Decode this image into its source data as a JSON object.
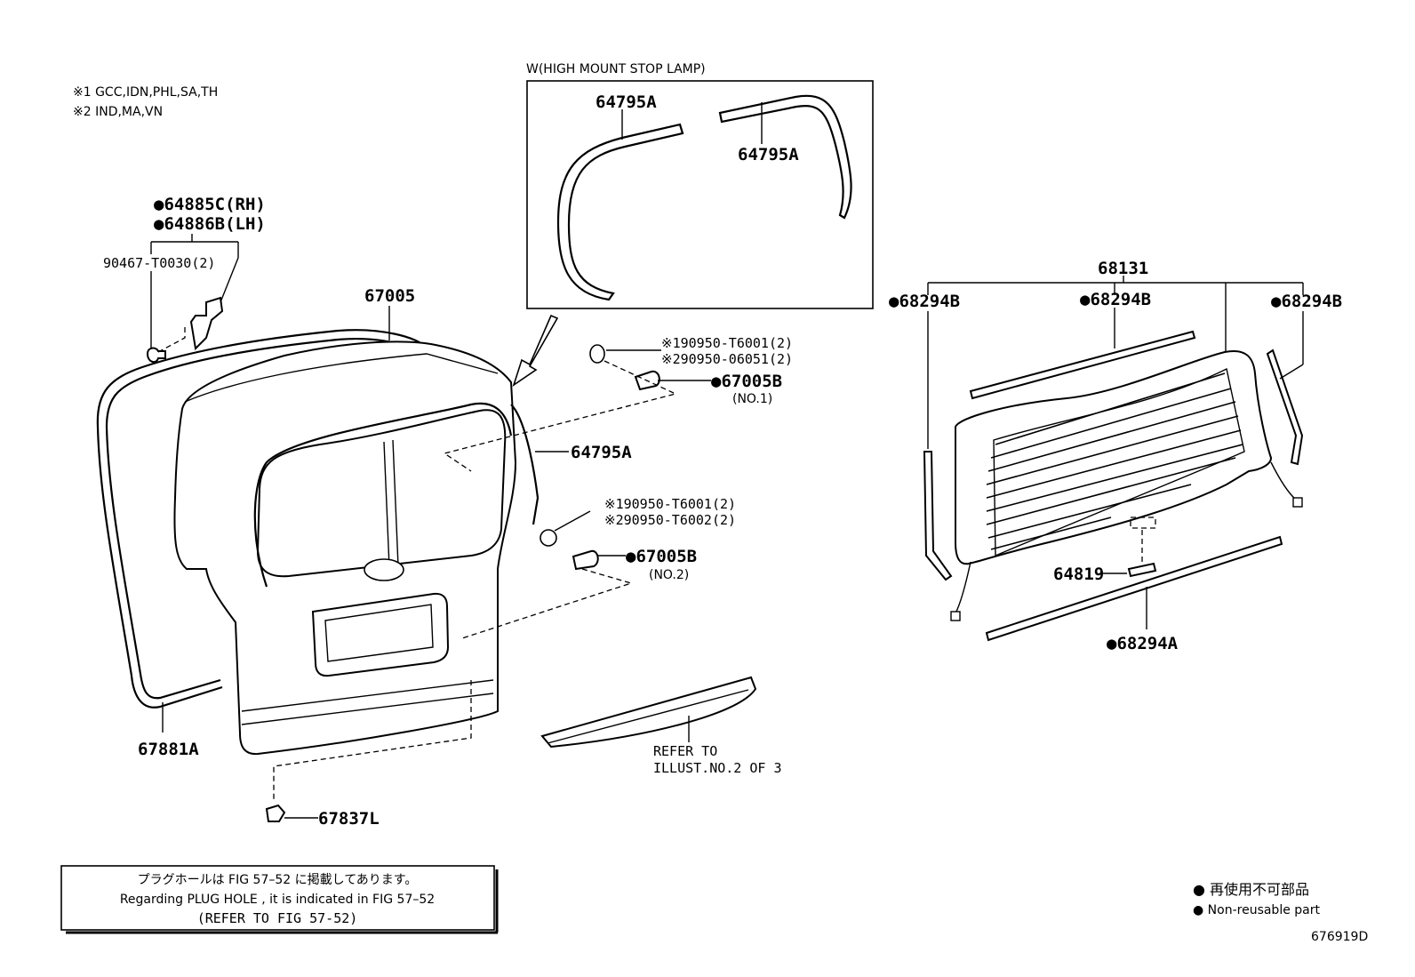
{
  "notes": {
    "note1": "※1 GCC,IDN,PHL,SA,TH",
    "note2": "※2 IND,MA,VN"
  },
  "inset": {
    "title": "W(HIGH MOUNT STOP LAMP)",
    "part_a": "64795A",
    "part_b": "64795A"
  },
  "parts": {
    "p64885C": "●64885C(RH)",
    "p64886B": "●64886B(LH)",
    "p90467": "90467-T0030(2)",
    "p67005": "67005",
    "p90950_1a": "※190950-T6001(2)",
    "p90950_1b": "※290950-06051(2)",
    "p67005B_1": "●67005B",
    "p67005B_1_no": "(NO.1)",
    "p64795A": "64795A",
    "p90950_2a": "※190950-T6001(2)",
    "p90950_2b": "※290950-T6002(2)",
    "p67005B_2": "●67005B",
    "p67005B_2_no": "(NO.2)",
    "p67881A": "67881A",
    "p67837L": "67837L",
    "refer1": "REFER TO",
    "refer2": "ILLUST.NO.2 OF 3",
    "p68131": "68131",
    "p68294B_l": "●68294B",
    "p68294B_c": "●68294B",
    "p68294B_r": "●68294B",
    "p64819": "64819",
    "p68294A": "●68294A"
  },
  "plug_box": {
    "line1": "プラグホールは FIG 57–52 に掲載してあります。",
    "line2": "Regarding  PLUG  HOLE , it is indicated in FIG  57–52",
    "line3": "(REFER TO FIG 57-52)"
  },
  "legend": {
    "jp": "● 再使用不可部品",
    "en": "● Non-reusable part"
  },
  "figure_id": "676919D"
}
